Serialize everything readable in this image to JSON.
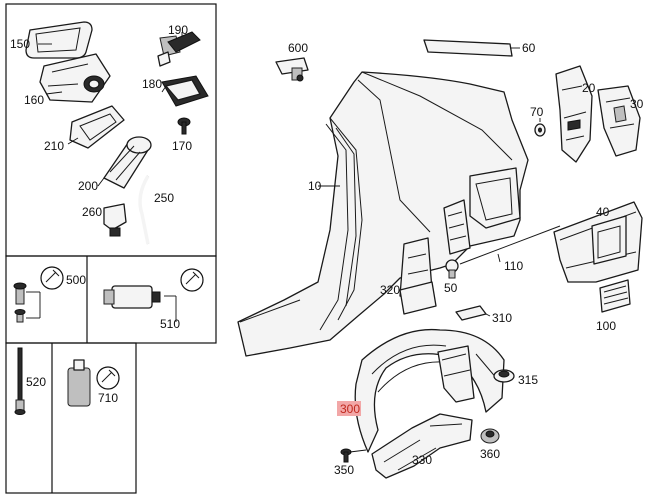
{
  "diagram": {
    "callouts": {
      "p150": "150",
      "p190": "190",
      "p180": "180",
      "p160": "160",
      "p210": "210",
      "p170": "170",
      "p200": "200",
      "p250": "250",
      "p260": "260",
      "p500": "500",
      "p510": "510",
      "p520": "520",
      "p710": "710",
      "p600": "600",
      "p60": "60",
      "p70": "70",
      "p20": "20",
      "p30": "30",
      "p10": "10",
      "p40": "40",
      "p110": "110",
      "p320": "320",
      "p50": "50",
      "p310": "310",
      "p100": "100",
      "p300": "300",
      "p315": "315",
      "p350": "350",
      "p330": "330",
      "p360": "360"
    },
    "highlighted_callout": "300",
    "colors": {
      "line": "#1a1a1a",
      "highlight_fill": "#f2a7a7",
      "highlight_text": "#c0281e"
    }
  }
}
